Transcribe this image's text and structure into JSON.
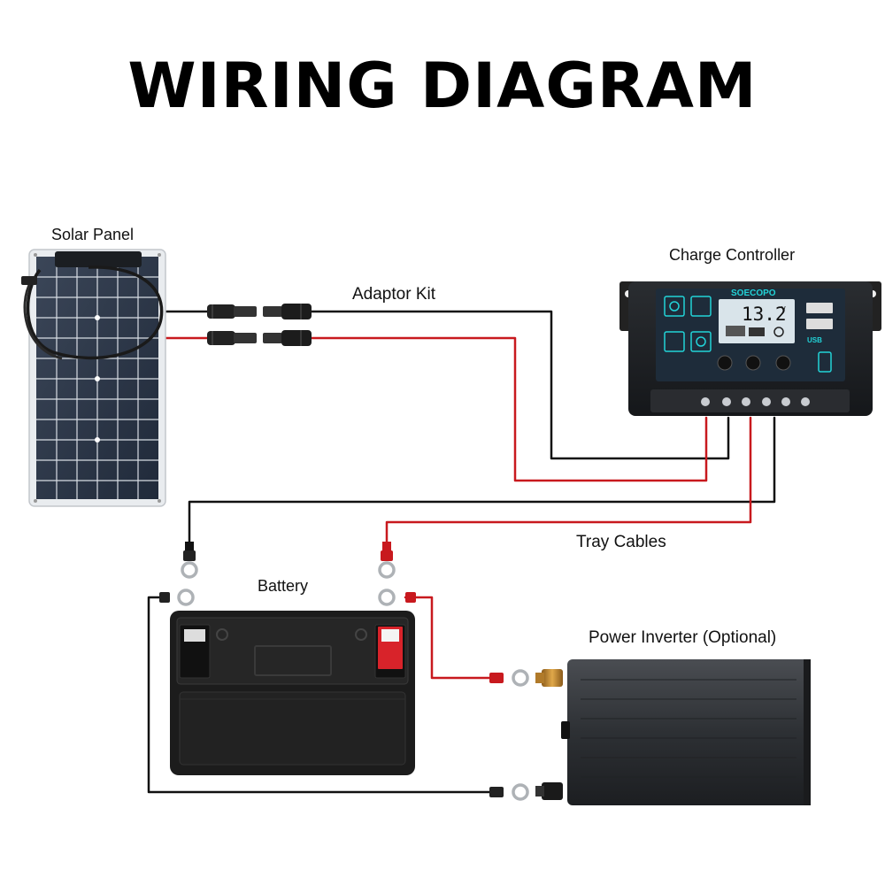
{
  "title": "WIRING DIAGRAM",
  "labels": {
    "solar_panel": "Solar Panel",
    "adaptor_kit": "Adaptor Kit",
    "charge_controller": "Charge Controller",
    "tray_cables": "Tray Cables",
    "battery": "Battery",
    "power_inverter": "Power Inverter (Optional)"
  },
  "controller": {
    "brand": "SOECOPO",
    "display_value": "13.2",
    "display_unit": "V",
    "usb_label": "USB"
  },
  "colors": {
    "positive_wire": "#c8191e",
    "negative_wire": "#111111",
    "controller_panel": "#1e2c3a",
    "controller_accent": "#22d3d8"
  },
  "icons": [
    "solar-panel-icon",
    "mc4-connector-icon",
    "charge-controller-icon",
    "battery-icon",
    "inverter-icon",
    "ring-terminal-icon"
  ]
}
